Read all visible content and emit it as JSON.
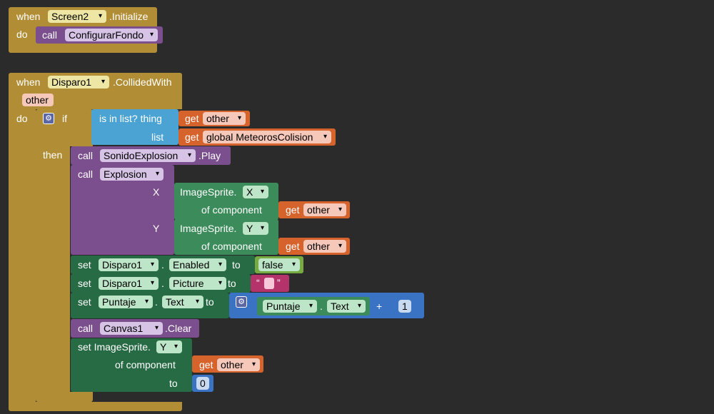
{
  "event1": {
    "when": "when",
    "component": "Screen2",
    "event": ".Initialize",
    "do": "do",
    "call": "call",
    "procedure": "ConfigurarFondo"
  },
  "event2": {
    "when": "when",
    "component": "Disparo1",
    "event": ".CollidedWith",
    "param": "other",
    "do": "do",
    "if": "if",
    "then": "then",
    "is_in_list": "is in list? thing",
    "list": "list",
    "get": "get",
    "get_other": "other",
    "get_global": "global MeteorosColision",
    "call": "call",
    "sound_component": "SonidoExplosion",
    "play": ".Play",
    "procedure": "Explosion",
    "x_label": "X",
    "y_label": "Y",
    "image_sprite": "ImageSprite.",
    "prop_x": "X",
    "prop_y": "Y",
    "of_component": "of component",
    "set": "set",
    "to": "to",
    "dot": ".",
    "disparo1": "Disparo1",
    "enabled": "Enabled",
    "false_val": "false",
    "picture": "Picture",
    "quote_open": "“",
    "quote_close": "”",
    "puntaje": "Puntaje",
    "text_prop": "Text",
    "plus": "+",
    "one": "1",
    "canvas": "Canvas1",
    "clear": ".Clear",
    "set_image_sprite": "set ImageSprite.",
    "zero": "0"
  },
  "colors": {
    "event": "#b18e35",
    "procedure": "#7b4f8e",
    "list": "#4aa3d3",
    "variable": "#d6622c",
    "component": "#3b8c5a",
    "setter": "#276b44",
    "logic": "#77ab41",
    "text": "#b4336b",
    "math": "#3a73c4"
  }
}
